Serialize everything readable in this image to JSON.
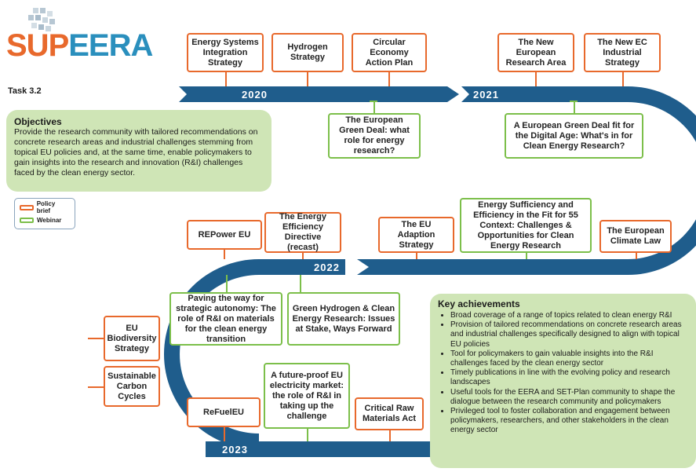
{
  "logo": {
    "text_sup": "SUP",
    "text_eera": "EERA"
  },
  "task_label": "Task 3.2",
  "objectives": {
    "title": "Objectives",
    "text": "Provide the research community with tailored recommendations on concrete research areas and industrial challenges stemming from topical EU policies and, at the same time, enable policymakers to gain insights into the research and innovation (R&I) challenges faced by the clean energy sector."
  },
  "legend": {
    "policy_brief": "Policy brief",
    "webinar": "Webinar"
  },
  "years": {
    "y2020": "2020",
    "y2021": "2021",
    "y2022": "2022",
    "y2023": "2023"
  },
  "items": {
    "energy_systems_integration": "Energy Systems Integration Strategy",
    "hydrogen_strategy": "Hydrogen Strategy",
    "circular_economy": "Circular Economy Action Plan",
    "new_era": "The New European Research Area",
    "new_ec_industrial": "The New EC Industrial Strategy",
    "green_deal_webinar": "The European Green Deal: what role for energy research?",
    "green_deal_digital": "A European Green Deal fit for the Digital Age: What's in for Clean Energy Research?",
    "repower_eu": "REPower EU",
    "eed_recast": "The Energy Efficiency Directive (recast)",
    "eu_adaption": "The EU Adaption Strategy",
    "fit_for_55": "Energy Sufficiency and Efficiency in the Fit for 55 Context: Challenges & Opportunities for Clean Energy Research",
    "climate_law": "The European Climate Law",
    "strategic_autonomy": "Paving the way for strategic autonomy: The role of R&I on materials for the clean energy transition",
    "green_hydrogen": "Green Hydrogen & Clean Energy Research: Issues at Stake, Ways Forward",
    "eu_biodiversity": "EU Biodiversity Strategy",
    "carbon_cycles": "Sustainable Carbon Cycles",
    "refueleu": "ReFuelEU",
    "electricity_market": "A future-proof EU electricity market: the role of R&I in taking up the challenge",
    "critical_raw": "Critical Raw Materials Act"
  },
  "key_achievements": {
    "title": "Key achievements",
    "bullets": [
      "Broad coverage of a range of topics related to clean energy R&I",
      "Provision of tailored recommendations on concrete research areas and industrial challenges specifically designed to align with topical EU policies",
      "Tool for policymakers to gain valuable insights into the R&I challenges faced by the clean energy sector",
      "Timely publications in line with the evolving policy and research landscapes",
      "Useful tools for the EERA and SET-Plan community to shape the dialogue between the research community and policymakers",
      "Privileged tool to foster collaboration and engagement between policymakers, researchers, and other stakeholders in the clean energy sector"
    ]
  },
  "colors": {
    "timeline": "#1f5d8c",
    "policy_brief": "#e8692c",
    "webinar": "#7cbf4a",
    "panel": "#cfe5b6"
  }
}
